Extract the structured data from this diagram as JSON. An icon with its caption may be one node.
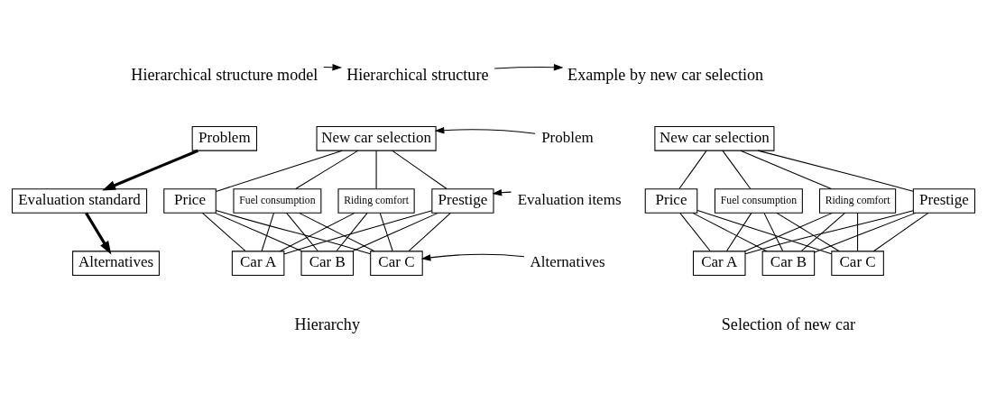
{
  "diagram": {
    "nodes": [
      {
        "text": [
          "Problem"
        ]
      },
      {
        "text": [
          "Evaluation standard"
        ]
      },
      {
        "text": [
          "Alternatives"
        ]
      },
      {
        "text": [
          "New car selection"
        ]
      },
      {
        "text": [
          "Price"
        ]
      },
      {
        "text": [
          "Fuel consumption"
        ]
      },
      {
        "text": [
          "Riding comfort"
        ]
      },
      {
        "text": [
          "Prestige"
        ]
      },
      {
        "text": [
          "Car A"
        ]
      },
      {
        "text": [
          "Car B"
        ]
      },
      {
        "text": [
          "Car C"
        ]
      },
      {
        "text": [
          "Problem"
        ]
      },
      {
        "text": [
          "Evaluation items"
        ]
      },
      {
        "text": [
          "Alternatives"
        ]
      },
      {
        "text": [
          "New car selection"
        ]
      },
      {
        "text": [
          "Price"
        ]
      },
      {
        "text": [
          "Fuel consumption"
        ]
      },
      {
        "text": [
          "Riding comfort"
        ]
      },
      {
        "text": [
          "Prestige"
        ]
      },
      {
        "text": [
          "Car A"
        ]
      },
      {
        "text": [
          "Car B"
        ]
      },
      {
        "text": [
          "Car C"
        ]
      },
      {
        "text": [
          "Hierarchical structure model"
        ]
      },
      {
        "text": [
          "Hierarchical structure"
        ]
      },
      {
        "text": [
          "Example by new car selection"
        ]
      }
    ],
    "edges": [
      {
        "from": 0,
        "to": 1,
        "arrow": "to",
        "style": "thick"
      },
      {
        "from": 1,
        "to": 2,
        "arrow": "to",
        "style": "thick"
      },
      {
        "from": 3,
        "to": 4,
        "arrow": "none"
      },
      {
        "from": 3,
        "to": 5,
        "arrow": "none"
      },
      {
        "from": 3,
        "to": 6,
        "arrow": "none"
      },
      {
        "from": 3,
        "to": 7,
        "arrow": "none"
      },
      {
        "from": 4,
        "to": 8,
        "arrow": "none"
      },
      {
        "from": 4,
        "to": 9,
        "arrow": "none"
      },
      {
        "from": 4,
        "to": 10,
        "arrow": "none"
      },
      {
        "from": 5,
        "to": 8,
        "arrow": "none"
      },
      {
        "from": 5,
        "to": 9,
        "arrow": "none"
      },
      {
        "from": 5,
        "to": 10,
        "arrow": "none"
      },
      {
        "from": 6,
        "to": 8,
        "arrow": "none"
      },
      {
        "from": 6,
        "to": 9,
        "arrow": "none"
      },
      {
        "from": 6,
        "to": 10,
        "arrow": "none"
      },
      {
        "from": 7,
        "to": 8,
        "arrow": "none"
      },
      {
        "from": 7,
        "to": 9,
        "arrow": "none"
      },
      {
        "from": 7,
        "to": 10,
        "arrow": "none"
      },
      {
        "from": 11,
        "to": 3,
        "arrow": "to"
      },
      {
        "from": 12,
        "to": 7,
        "arrow": "to"
      },
      {
        "from": 13,
        "to": 10,
        "arrow": "to"
      },
      {
        "from": 14,
        "to": 15,
        "arrow": "none"
      },
      {
        "from": 14,
        "to": 16,
        "arrow": "none"
      },
      {
        "from": 14,
        "to": 17,
        "arrow": "none"
      },
      {
        "from": 14,
        "to": 18,
        "arrow": "none"
      },
      {
        "from": 15,
        "to": 19,
        "arrow": "none"
      },
      {
        "from": 15,
        "to": 20,
        "arrow": "none"
      },
      {
        "from": 15,
        "to": 21,
        "arrow": "none"
      },
      {
        "from": 16,
        "to": 19,
        "arrow": "none"
      },
      {
        "from": 16,
        "to": 20,
        "arrow": "none"
      },
      {
        "from": 16,
        "to": 21,
        "arrow": "none"
      },
      {
        "from": 17,
        "to": 19,
        "arrow": "none"
      },
      {
        "from": 17,
        "to": 20,
        "arrow": "none"
      },
      {
        "from": 17,
        "to": 21,
        "arrow": "none"
      },
      {
        "from": 18,
        "to": 19,
        "arrow": "none"
      },
      {
        "from": 18,
        "to": 20,
        "arrow": "none"
      },
      {
        "from": 18,
        "to": 21,
        "arrow": "none"
      },
      {
        "from": 22,
        "to": 23,
        "arrow": "to"
      },
      {
        "from": 23,
        "to": 24,
        "arrow": "to"
      }
    ],
    "labels": [
      "Hierarchy",
      "Selection of new car"
    ]
  }
}
